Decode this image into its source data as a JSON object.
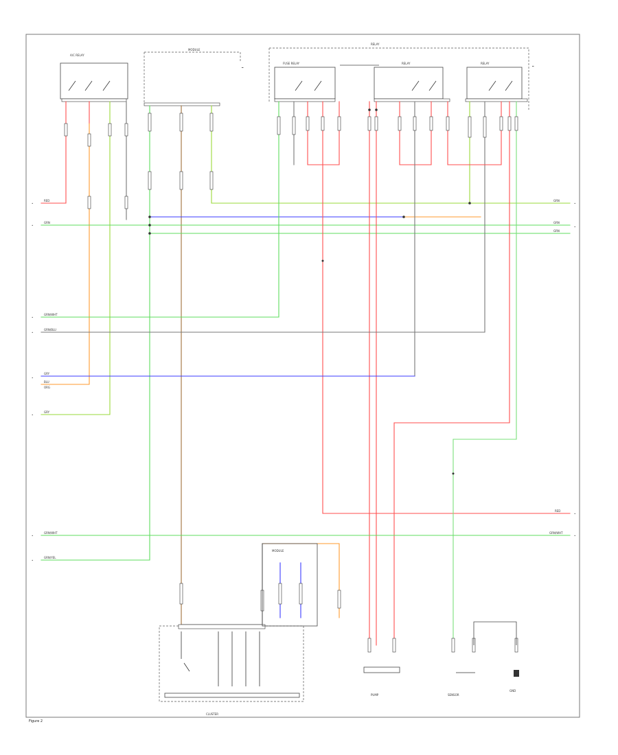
{
  "diagram": {
    "fig_label": "Figure 2",
    "components": {
      "relay_left": {
        "label": "A/C RELAY"
      },
      "module_top": {
        "label": "MODULE"
      },
      "relay_top_right": {
        "label": "RELAY"
      },
      "relay_1": {
        "label": "FUSE RELAY"
      },
      "relay_2": {
        "label": "RELAY"
      },
      "relay_3": {
        "label": "RELAY"
      },
      "bottom_cluster": {
        "label": "CLUSTER"
      },
      "bottom_module": {
        "label": "MODULE"
      },
      "fuel_pump": {
        "label": "PUMP"
      },
      "sensor_right": {
        "label": "SENSOR"
      },
      "ground": {
        "label": "GND"
      }
    },
    "left_labels": [
      "RED",
      "GRN",
      "GRN/WHT",
      "GRN/BLU",
      "GRY",
      "BLU",
      "ORG",
      "GRY",
      "GRN/WHT",
      "GRN/YEL"
    ],
    "right_labels": [
      "GRN",
      "GRN",
      "GRN",
      "RED",
      "GRN/WHT"
    ]
  }
}
